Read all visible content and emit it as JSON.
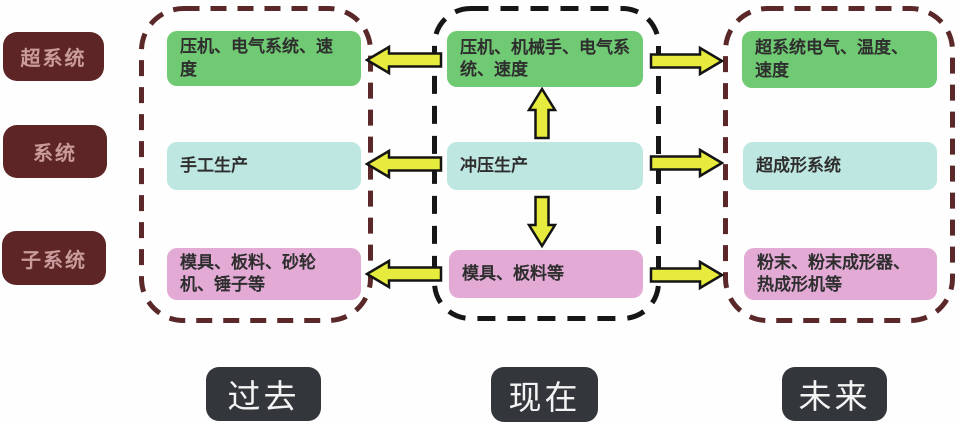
{
  "row_labels": [
    {
      "label": "超系统"
    },
    {
      "label": "系统"
    },
    {
      "label": "子系统"
    }
  ],
  "columns": [
    {
      "footer": "过去",
      "cells": [
        {
          "text": "压机、电气系统、速度"
        },
        {
          "text": "手工生产"
        },
        {
          "text": "模具、板料、砂轮机、锤子等"
        }
      ]
    },
    {
      "footer": "现在",
      "cells": [
        {
          "text": "压机、机械手、电气系统、速度"
        },
        {
          "text": "冲压生产"
        },
        {
          "text": "模具、板料等"
        }
      ]
    },
    {
      "footer": "未来",
      "cells": [
        {
          "text": "超系统电气、温度、速度"
        },
        {
          "text": "超成形系统"
        },
        {
          "text": "粉末、粉末成形器、热成形机等"
        }
      ]
    }
  ],
  "arrows": [
    {
      "name": "arrow-present-to-past-supersystem",
      "direction": "left"
    },
    {
      "name": "arrow-present-to-past-system",
      "direction": "left"
    },
    {
      "name": "arrow-present-to-past-subsystem",
      "direction": "left"
    },
    {
      "name": "arrow-present-to-future-supersystem",
      "direction": "right"
    },
    {
      "name": "arrow-present-to-future-system",
      "direction": "right"
    },
    {
      "name": "arrow-present-to-future-subsystem",
      "direction": "right"
    },
    {
      "name": "arrow-system-to-supersystem",
      "direction": "up"
    },
    {
      "name": "arrow-system-to-subsystem",
      "direction": "down"
    }
  ],
  "colors": {
    "supersystem_cell": "#70c973",
    "system_cell": "#bfe7e1",
    "subsystem_cell": "#e2aad5",
    "row_label_bg": "#5e2527",
    "row_label_text": "#c99b9b",
    "footer_bg": "#33373c",
    "footer_text": "#f4f4f4",
    "past_future_frame": "#5a2828",
    "present_frame": "#161616",
    "arrow_fill": "#e6eb3d",
    "arrow_stroke": "#141414"
  }
}
